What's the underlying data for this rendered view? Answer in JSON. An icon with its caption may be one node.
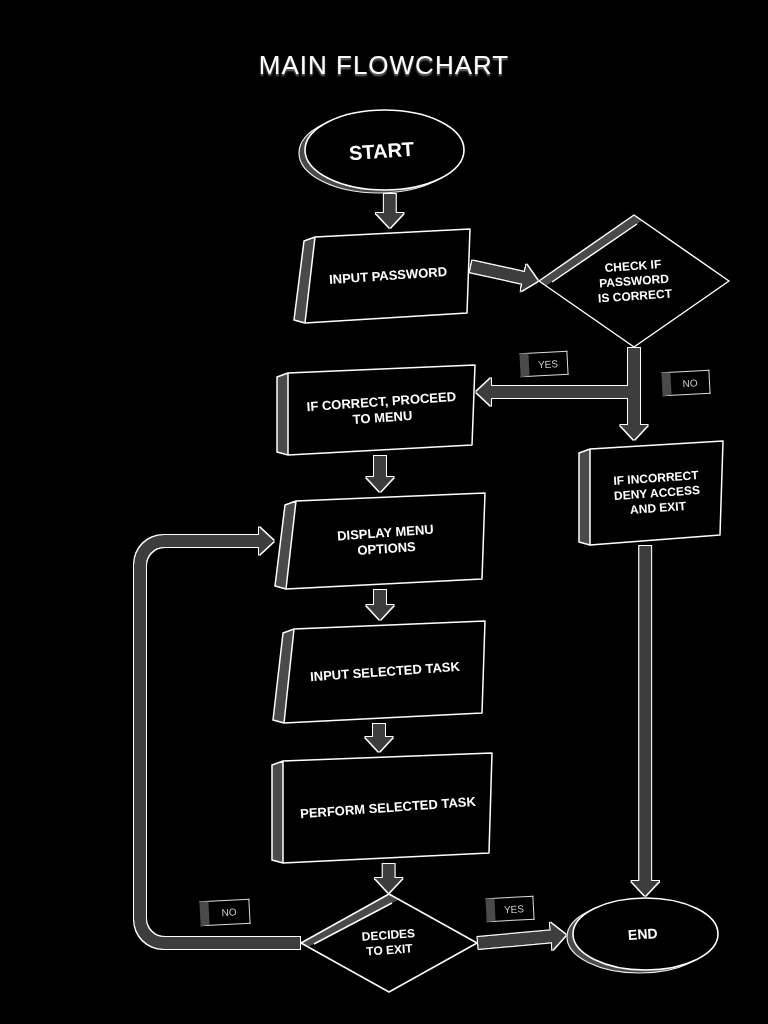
{
  "diagram": {
    "title": "MAIN FLOWCHART",
    "nodes": [
      {
        "text": [
          "START"
        ]
      },
      {
        "text": [
          "INPUT PASSWORD"
        ]
      },
      {
        "text": [
          "CHECK IF PASSWORD IS CORRECT"
        ]
      },
      {
        "text": [
          "IF CORRECT, PROCEED TO MENU"
        ]
      },
      {
        "text": [
          "IF INCORRECT DENY ACCESS AND EXIT"
        ]
      },
      {
        "text": [
          "DISPLAY MENU OPTIONS"
        ]
      },
      {
        "text": [
          "INPUT SELECTED TASK"
        ]
      },
      {
        "text": [
          "PERFORM SELECTED TASK"
        ]
      },
      {
        "text": [
          "DECIDES TO EXIT"
        ]
      },
      {
        "text": [
          "END"
        ]
      }
    ],
    "edges": [
      {
        "from": 0,
        "to": 1,
        "arrow": "to"
      },
      {
        "from": 1,
        "to": 2,
        "arrow": "to"
      },
      {
        "from": 2,
        "to": 3,
        "arrow": "to",
        "label": "YES"
      },
      {
        "from": 2,
        "to": 4,
        "arrow": "to",
        "label": "NO"
      },
      {
        "from": 3,
        "to": 5,
        "arrow": "to"
      },
      {
        "from": 5,
        "to": 6,
        "arrow": "to"
      },
      {
        "from": 6,
        "to": 7,
        "arrow": "to"
      },
      {
        "from": 7,
        "to": 8,
        "arrow": "to"
      },
      {
        "from": 8,
        "to": 9,
        "arrow": "to",
        "label": "YES"
      },
      {
        "from": 8,
        "to": 5,
        "arrow": "to",
        "label": "NO"
      },
      {
        "from": 4,
        "to": 9,
        "arrow": "to"
      }
    ]
  }
}
